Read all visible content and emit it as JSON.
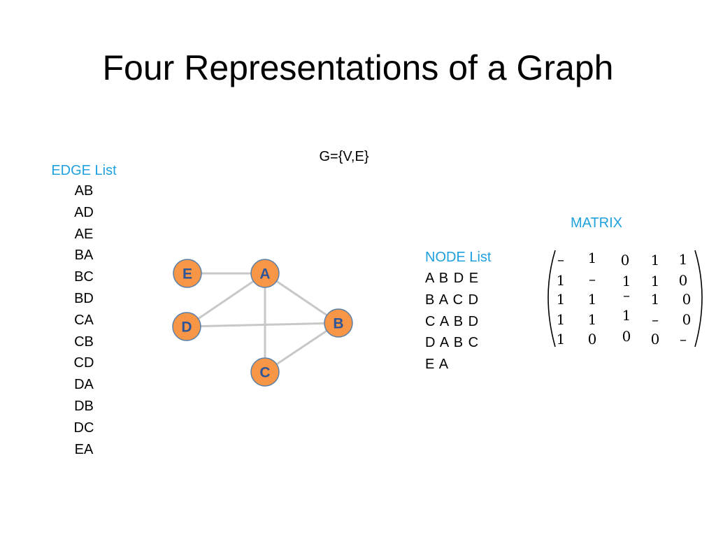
{
  "title": "Four Representations of a Graph",
  "graph_definition": "G={V,E}",
  "edge_list": {
    "heading": "EDGE List",
    "items": [
      "AB",
      "AD",
      "AE",
      "BA",
      "BC",
      "BD",
      "CA",
      "CB",
      "CD",
      "DA",
      "DB",
      "DC",
      "EA"
    ]
  },
  "node_list": {
    "heading": "NODE List",
    "rows": [
      "A B D E",
      "B A C D",
      "C A B D",
      "D A B C",
      "E A"
    ]
  },
  "matrix": {
    "heading": "MATRIX",
    "rows": [
      [
        "–",
        "1",
        "0",
        "1",
        "1"
      ],
      [
        "1",
        "–",
        "1",
        "1",
        "0"
      ],
      [
        "1",
        "1",
        "–",
        "1",
        "0"
      ],
      [
        "1",
        "1",
        "1",
        "–",
        "0"
      ],
      [
        "1",
        "0",
        "0",
        "0",
        "–"
      ]
    ]
  },
  "diagram": {
    "nodes": [
      {
        "id": "E",
        "label": "E"
      },
      {
        "id": "A",
        "label": "A"
      },
      {
        "id": "D",
        "label": "D"
      },
      {
        "id": "B",
        "label": "B"
      },
      {
        "id": "C",
        "label": "C"
      }
    ],
    "edges": [
      [
        "E",
        "A"
      ],
      [
        "A",
        "D"
      ],
      [
        "A",
        "C"
      ],
      [
        "A",
        "B"
      ],
      [
        "D",
        "B"
      ],
      [
        "B",
        "C"
      ]
    ],
    "colors": {
      "node_fill": "#f79646",
      "node_stroke": "#5a7fa8",
      "node_label": "#2e5597",
      "edge": "#c8c8c8",
      "accent": "#1fa1dd"
    }
  }
}
